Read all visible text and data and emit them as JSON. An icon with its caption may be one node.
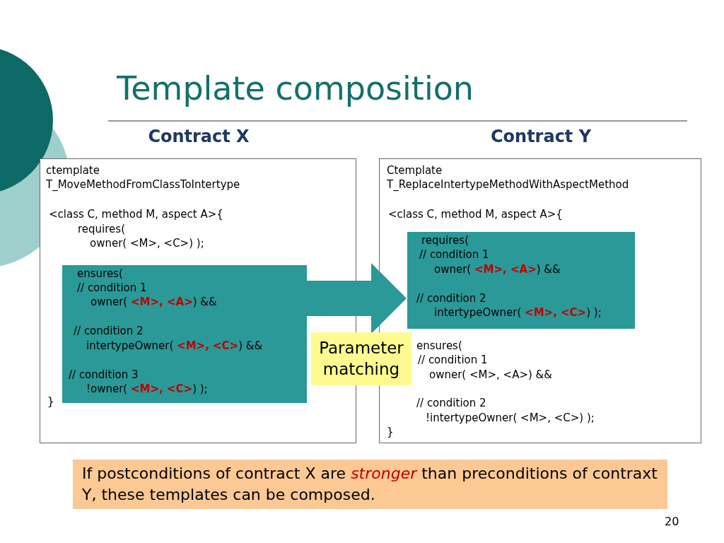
{
  "diagram": {
    "title": "Template composition",
    "nodes": [
      {
        "text": [
          "Contract X",
          "ctemplate T_MoveMethodFromClassToIntertype",
          "<class C, method M, aspect A>{",
          "requires(",
          "owner( <M>, <C>) );",
          "}"
        ]
      },
      {
        "text": [
          "ensures(",
          "// condition 1",
          "owner( **<M>, <A>**) &&",
          "// condition 2",
          "intertypeOwner( **<M>, <C>**) &&",
          "// condition 3",
          "!owner( **<M>, <C>**) );"
        ],
        "in": 0
      },
      {
        "text": [
          "Contract Y",
          "Ctemplate T_ReplaceIntertypeMethodWithAspectMethod",
          "<class C, method M, aspect A>{",
          "ensures(",
          "// condition 1",
          "owner( <M>, <A>) &&",
          "// condition 2",
          "!intertypeOwner( <M>, <C>) );",
          "}"
        ]
      },
      {
        "text": [
          "requires(",
          "// condition 1",
          "owner( **<M>, <A>**) &&",
          "// condition 2",
          "intertypeOwner( **<M>, <C>**) );"
        ],
        "in": 2
      },
      {
        "text": [
          "If postconditions of contract X are *stronger* than preconditions of contraxt Y,  these templates can be composed."
        ]
      }
    ],
    "edges": [
      {
        "from": 1,
        "to": 3,
        "arrow": "to",
        "label": "Parameter matching"
      }
    ],
    "labels": [
      "20"
    ]
  }
}
